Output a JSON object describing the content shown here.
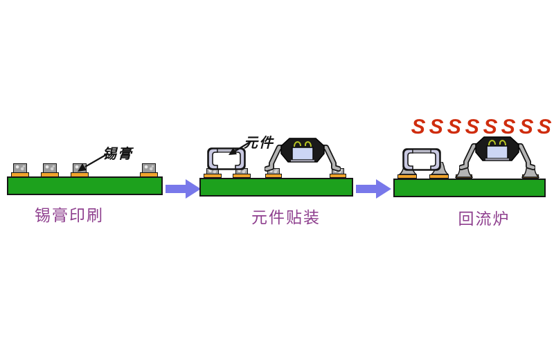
{
  "diagram": {
    "stages": [
      {
        "id": "solder-paste-printing",
        "label": "锡膏印刷",
        "annotation": "锡膏"
      },
      {
        "id": "component-placement",
        "label": "元件贴装",
        "annotation": "元件"
      },
      {
        "id": "reflow-oven",
        "label": "回流炉",
        "heat_symbol": "S",
        "heat_count": 8
      }
    ]
  },
  "colors": {
    "background": "#ffffff",
    "board-green": "#1da11d",
    "pad-orange": "#f0a42c",
    "paste-gray": "#9c9c9c",
    "arrow-blue": "#7878ea",
    "label-purple": "#8e3f8e",
    "heat-red": "#cf2d0e",
    "annotation-black": "#151515",
    "component-cap": "#c9c9e2",
    "component-top-bar": "#b9b9c8",
    "sot-body": "#1a1a1a",
    "sot-die": "#ccd6f4",
    "wire-yellow": "#b6c424",
    "lead-gray": "#b4b4b4"
  }
}
